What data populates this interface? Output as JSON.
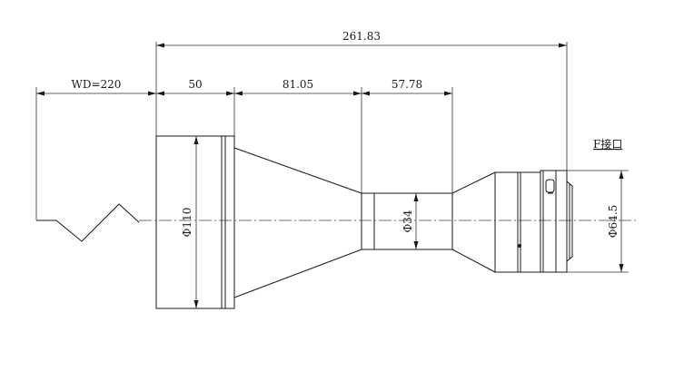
{
  "dimensions": {
    "overall_length": "261.83",
    "working_distance": "WD=220",
    "front_barrel_length": "50",
    "cone_length": "81.05",
    "rear_section_length": "57.78"
  },
  "diameters": {
    "front_barrel": "Φ110",
    "waist": "Φ34",
    "mount": "Φ64.5"
  },
  "mount_label": "F接口"
}
